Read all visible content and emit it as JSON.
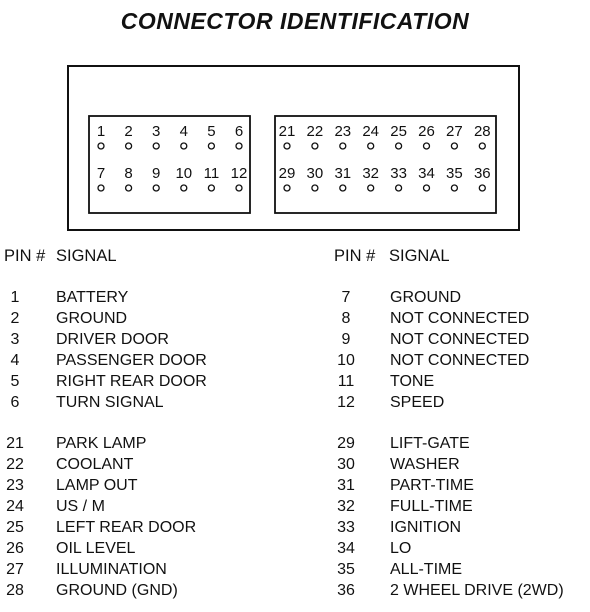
{
  "title": "CONNECTOR IDENTIFICATION",
  "connector": {
    "left_block": {
      "top_row": [
        "1",
        "2",
        "3",
        "4",
        "5",
        "6"
      ],
      "bottom_row": [
        "7",
        "8",
        "9",
        "10",
        "11",
        "12"
      ]
    },
    "right_block": {
      "top_row": [
        "21",
        "22",
        "23",
        "24",
        "25",
        "26",
        "27",
        "28"
      ],
      "bottom_row": [
        "29",
        "30",
        "31",
        "32",
        "33",
        "34",
        "35",
        "36"
      ]
    }
  },
  "table_headers": {
    "left": {
      "pin": "PIN #",
      "signal": "SIGNAL"
    },
    "right": {
      "pin": "PIN #",
      "signal": "SIGNAL"
    }
  },
  "pins_left": [
    {
      "pin": "1",
      "signal": "BATTERY"
    },
    {
      "pin": "2",
      "signal": "GROUND"
    },
    {
      "pin": "3",
      "signal": "DRIVER DOOR"
    },
    {
      "pin": "4",
      "signal": "PASSENGER DOOR"
    },
    {
      "pin": "5",
      "signal": "RIGHT REAR DOOR"
    },
    {
      "pin": "6",
      "signal": "TURN SIGNAL"
    },
    {
      "pin": "21",
      "signal": "PARK LAMP"
    },
    {
      "pin": "22",
      "signal": "COOLANT"
    },
    {
      "pin": "23",
      "signal": "LAMP OUT"
    },
    {
      "pin": "24",
      "signal": "US / M"
    },
    {
      "pin": "25",
      "signal": "LEFT REAR DOOR"
    },
    {
      "pin": "26",
      "signal": "OIL LEVEL"
    },
    {
      "pin": "27",
      "signal": "ILLUMINATION"
    },
    {
      "pin": "28",
      "signal": "GROUND (GND)"
    }
  ],
  "pins_right": [
    {
      "pin": "7",
      "signal": "GROUND"
    },
    {
      "pin": "8",
      "signal": "NOT CONNECTED"
    },
    {
      "pin": "9",
      "signal": "NOT CONNECTED"
    },
    {
      "pin": "10",
      "signal": "NOT CONNECTED"
    },
    {
      "pin": "11",
      "signal": "TONE"
    },
    {
      "pin": "12",
      "signal": "SPEED"
    },
    {
      "pin": "29",
      "signal": "LIFT-GATE"
    },
    {
      "pin": "30",
      "signal": "WASHER"
    },
    {
      "pin": "31",
      "signal": "PART-TIME"
    },
    {
      "pin": "32",
      "signal": "FULL-TIME"
    },
    {
      "pin": "33",
      "signal": "IGNITION"
    },
    {
      "pin": "34",
      "signal": "LO"
    },
    {
      "pin": "35",
      "signal": "ALL-TIME"
    },
    {
      "pin": "36",
      "signal": "2 WHEEL DRIVE (2WD)"
    }
  ]
}
